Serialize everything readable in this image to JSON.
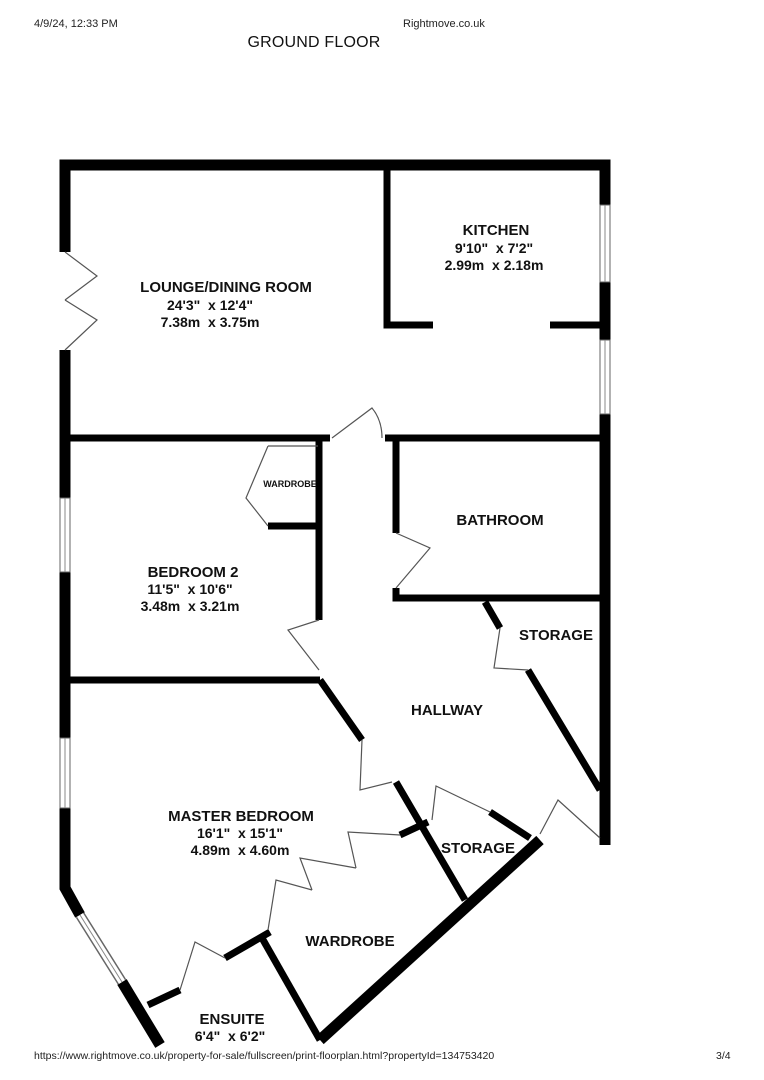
{
  "header": {
    "datetime": "4/9/24, 12:33 PM",
    "site": "Rightmove.co.uk"
  },
  "floor_title": "GROUND FLOOR",
  "rooms": {
    "lounge": {
      "name": "LOUNGE/DINING ROOM",
      "imperial": "24'3\"  x 12'4\"",
      "metric": "7.38m  x 3.75m"
    },
    "kitchen": {
      "name": "KITCHEN",
      "imperial": "9'10\"  x 7'2\"",
      "metric": "2.99m  x 2.18m"
    },
    "bedroom2": {
      "name": "BEDROOM 2",
      "imperial": "11'5\"  x 10'6\"",
      "metric": "3.48m  x 3.21m"
    },
    "wardrobe_small": {
      "name": "WARDROBE"
    },
    "bathroom": {
      "name": "BATHROOM"
    },
    "storage1": {
      "name": "STORAGE"
    },
    "hallway": {
      "name": "HALLWAY"
    },
    "master": {
      "name": "MASTER BEDROOM",
      "imperial": "16'1\"  x 15'1\"",
      "metric": "4.89m  x 4.60m"
    },
    "storage2": {
      "name": "STORAGE"
    },
    "wardrobe_large": {
      "name": "WARDROBE"
    },
    "ensuite": {
      "name": "ENSUITE",
      "imperial": "6'4\"  x 6'2\""
    }
  },
  "footer": {
    "url": "https://www.rightmove.co.uk/property-for-sale/fullscreen/print-floorplan.html?propertyId=134753420",
    "page": "3/4"
  }
}
